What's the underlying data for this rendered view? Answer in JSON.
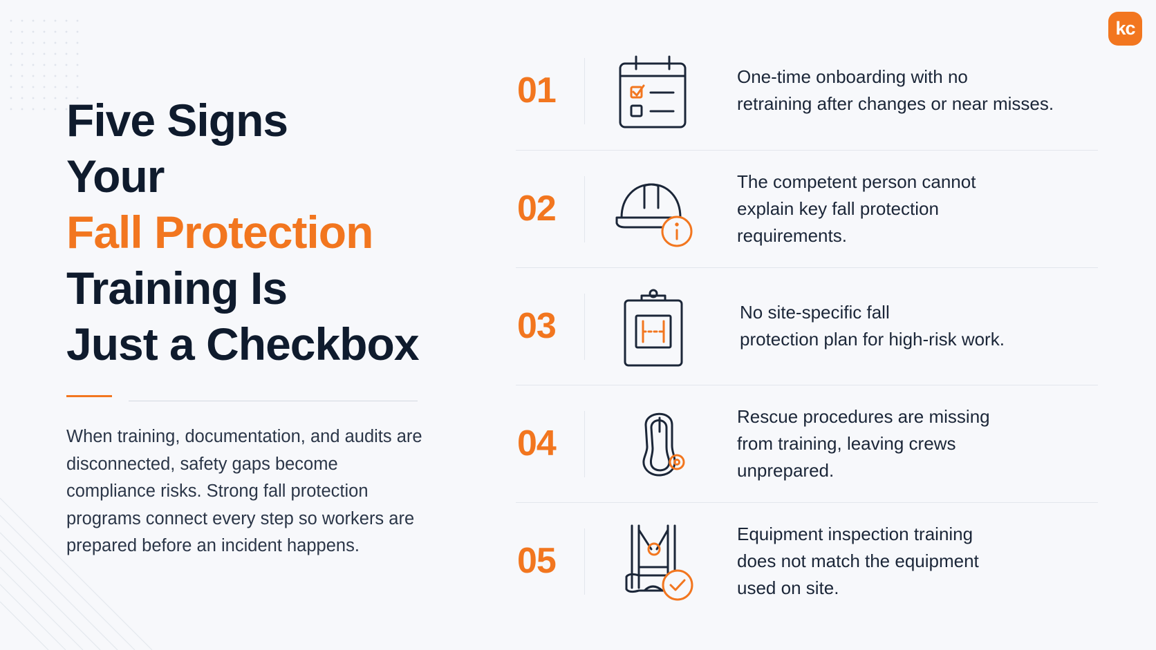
{
  "brand": {
    "logo_text": "kc",
    "accent_color": "#f2761f",
    "text_color": "#0f1b2d"
  },
  "headline": {
    "line1": "Five Signs",
    "line2": "Your",
    "line3": "Fall Protection",
    "line4": "Training Is",
    "line5": "Just a Checkbox"
  },
  "description": "When training, documentation, and audits are disconnected, safety gaps become compliance risks.  Strong fall protection programs connect every step so workers are prepared before an incident happens.",
  "signs": [
    {
      "number": "01",
      "icon": "calendar-checklist-icon",
      "lines": [
        "One-time onboarding with no",
        "retraining after changes or near misses."
      ]
    },
    {
      "number": "02",
      "icon": "hard-hat-info-icon",
      "lines": [
        "The competent person cannot",
        "explain key fall protection",
        "requirements."
      ]
    },
    {
      "number": "03",
      "icon": "clipboard-plan-icon",
      "lines": [
        "No site-specific fall",
        "protection plan for high-risk work."
      ]
    },
    {
      "number": "04",
      "icon": "carabiner-icon",
      "lines": [
        "Rescue procedures are missing",
        "from training, leaving crews",
        "unprepared."
      ]
    },
    {
      "number": "05",
      "icon": "harness-check-icon",
      "lines": [
        "Equipment inspection training",
        "does not match the equipment",
        "used on site."
      ]
    }
  ]
}
